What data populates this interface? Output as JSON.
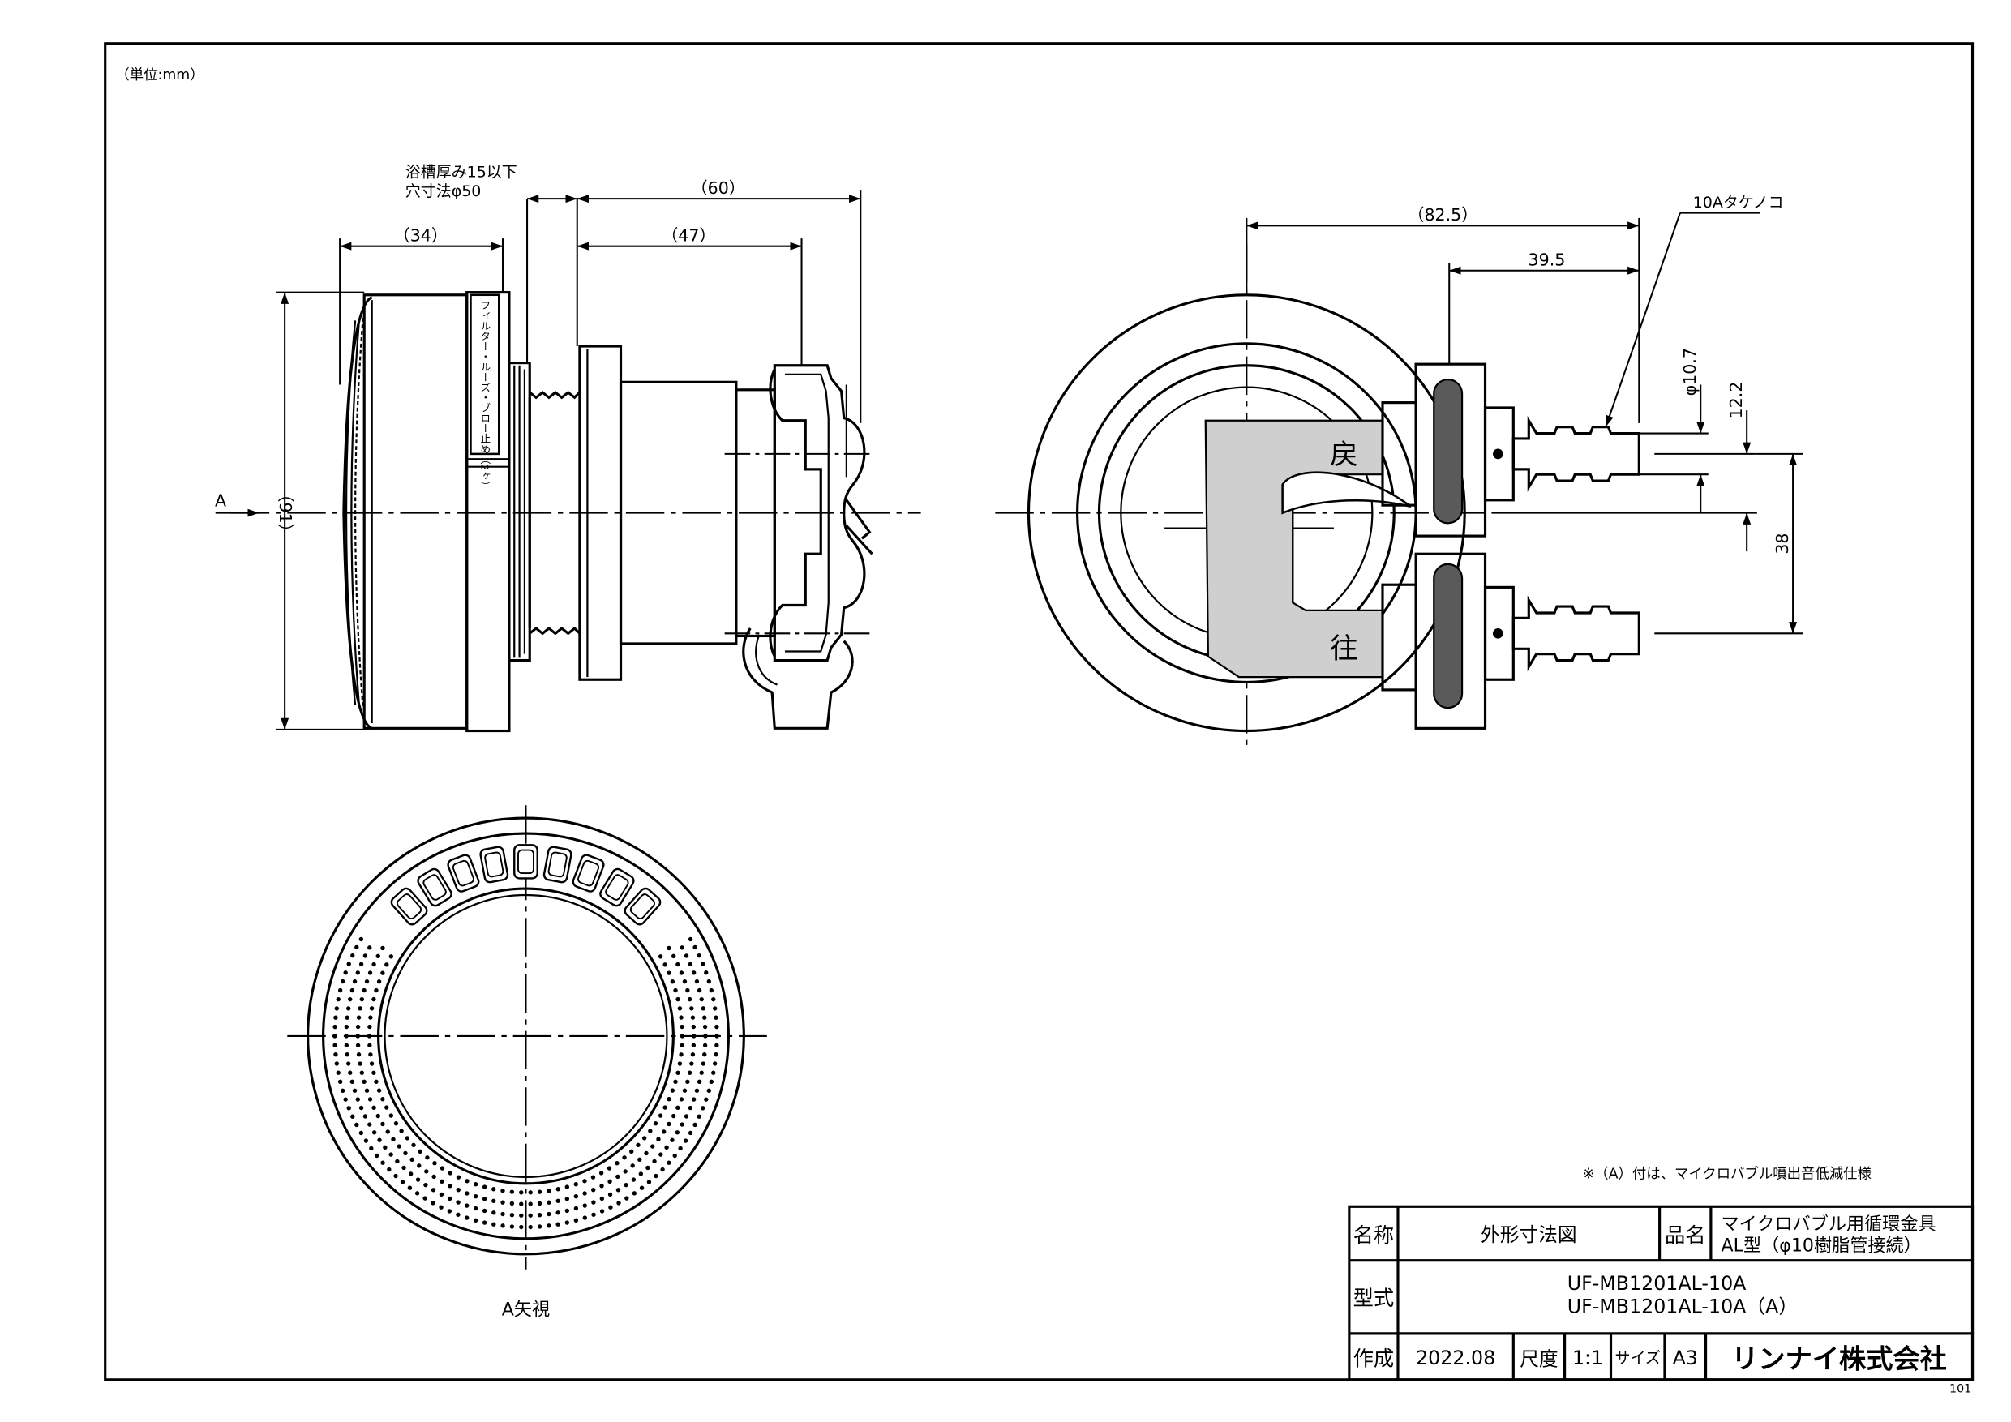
{
  "unit_note": "（単位:mm）",
  "side_view": {
    "dims": {
      "d60": "（60）",
      "d47": "（47）",
      "d34": "（34）",
      "d91": "（91）"
    },
    "tub_note_1": "浴槽厚み15以下",
    "tub_note_2": "穴寸法φ50",
    "view_marker": "A",
    "filter_label": "フィルター・ルーズ・ブロー止め（2ヶ）"
  },
  "top_view": {
    "dims": {
      "d825": "（82.5）",
      "d395": "39.5",
      "phi107": "φ10.7",
      "d122": "12.2",
      "d38": "38"
    },
    "fitting_label": "10Aタケノコ",
    "return_mark": "戻",
    "supply_mark": "往"
  },
  "front_view": {
    "caption": "A矢視"
  },
  "footnote": "※（A）付は、マイクロバブル噴出音低減仕様",
  "title_block": {
    "name_label": "名称",
    "name_value": "外形寸法図",
    "product_label": "品名",
    "product_line1": "マイクロバブル用循環金具",
    "product_line2": "AL型（φ10樹脂管接続）",
    "model_label": "型式",
    "model_1": "UF-MB1201AL-10A",
    "model_2": "UF-MB1201AL-10A（A）",
    "made_label": "作成",
    "made_value": "2022.08",
    "scale_label": "尺度",
    "scale_value": "1:1",
    "size_label": "サイズ",
    "size_value": "A3",
    "company": "リンナイ株式会社"
  },
  "sheet_code": "101"
}
